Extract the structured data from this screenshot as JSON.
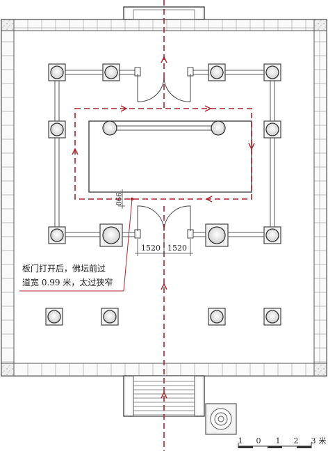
{
  "annotation": {
    "line1": "板门打开后，佛坛前过",
    "line2": "道宽 0.99 米，太过狭窄"
  },
  "dimensions": {
    "clearance": "990",
    "door_left": "1520",
    "door_right": "1520"
  },
  "scale_bar": {
    "ticks": [
      "1",
      "0",
      "1",
      "2",
      "3"
    ],
    "unit": "米"
  },
  "colors": {
    "route": "#a8242a",
    "wall": "#555555",
    "column_fill": "#dcdcdc"
  }
}
